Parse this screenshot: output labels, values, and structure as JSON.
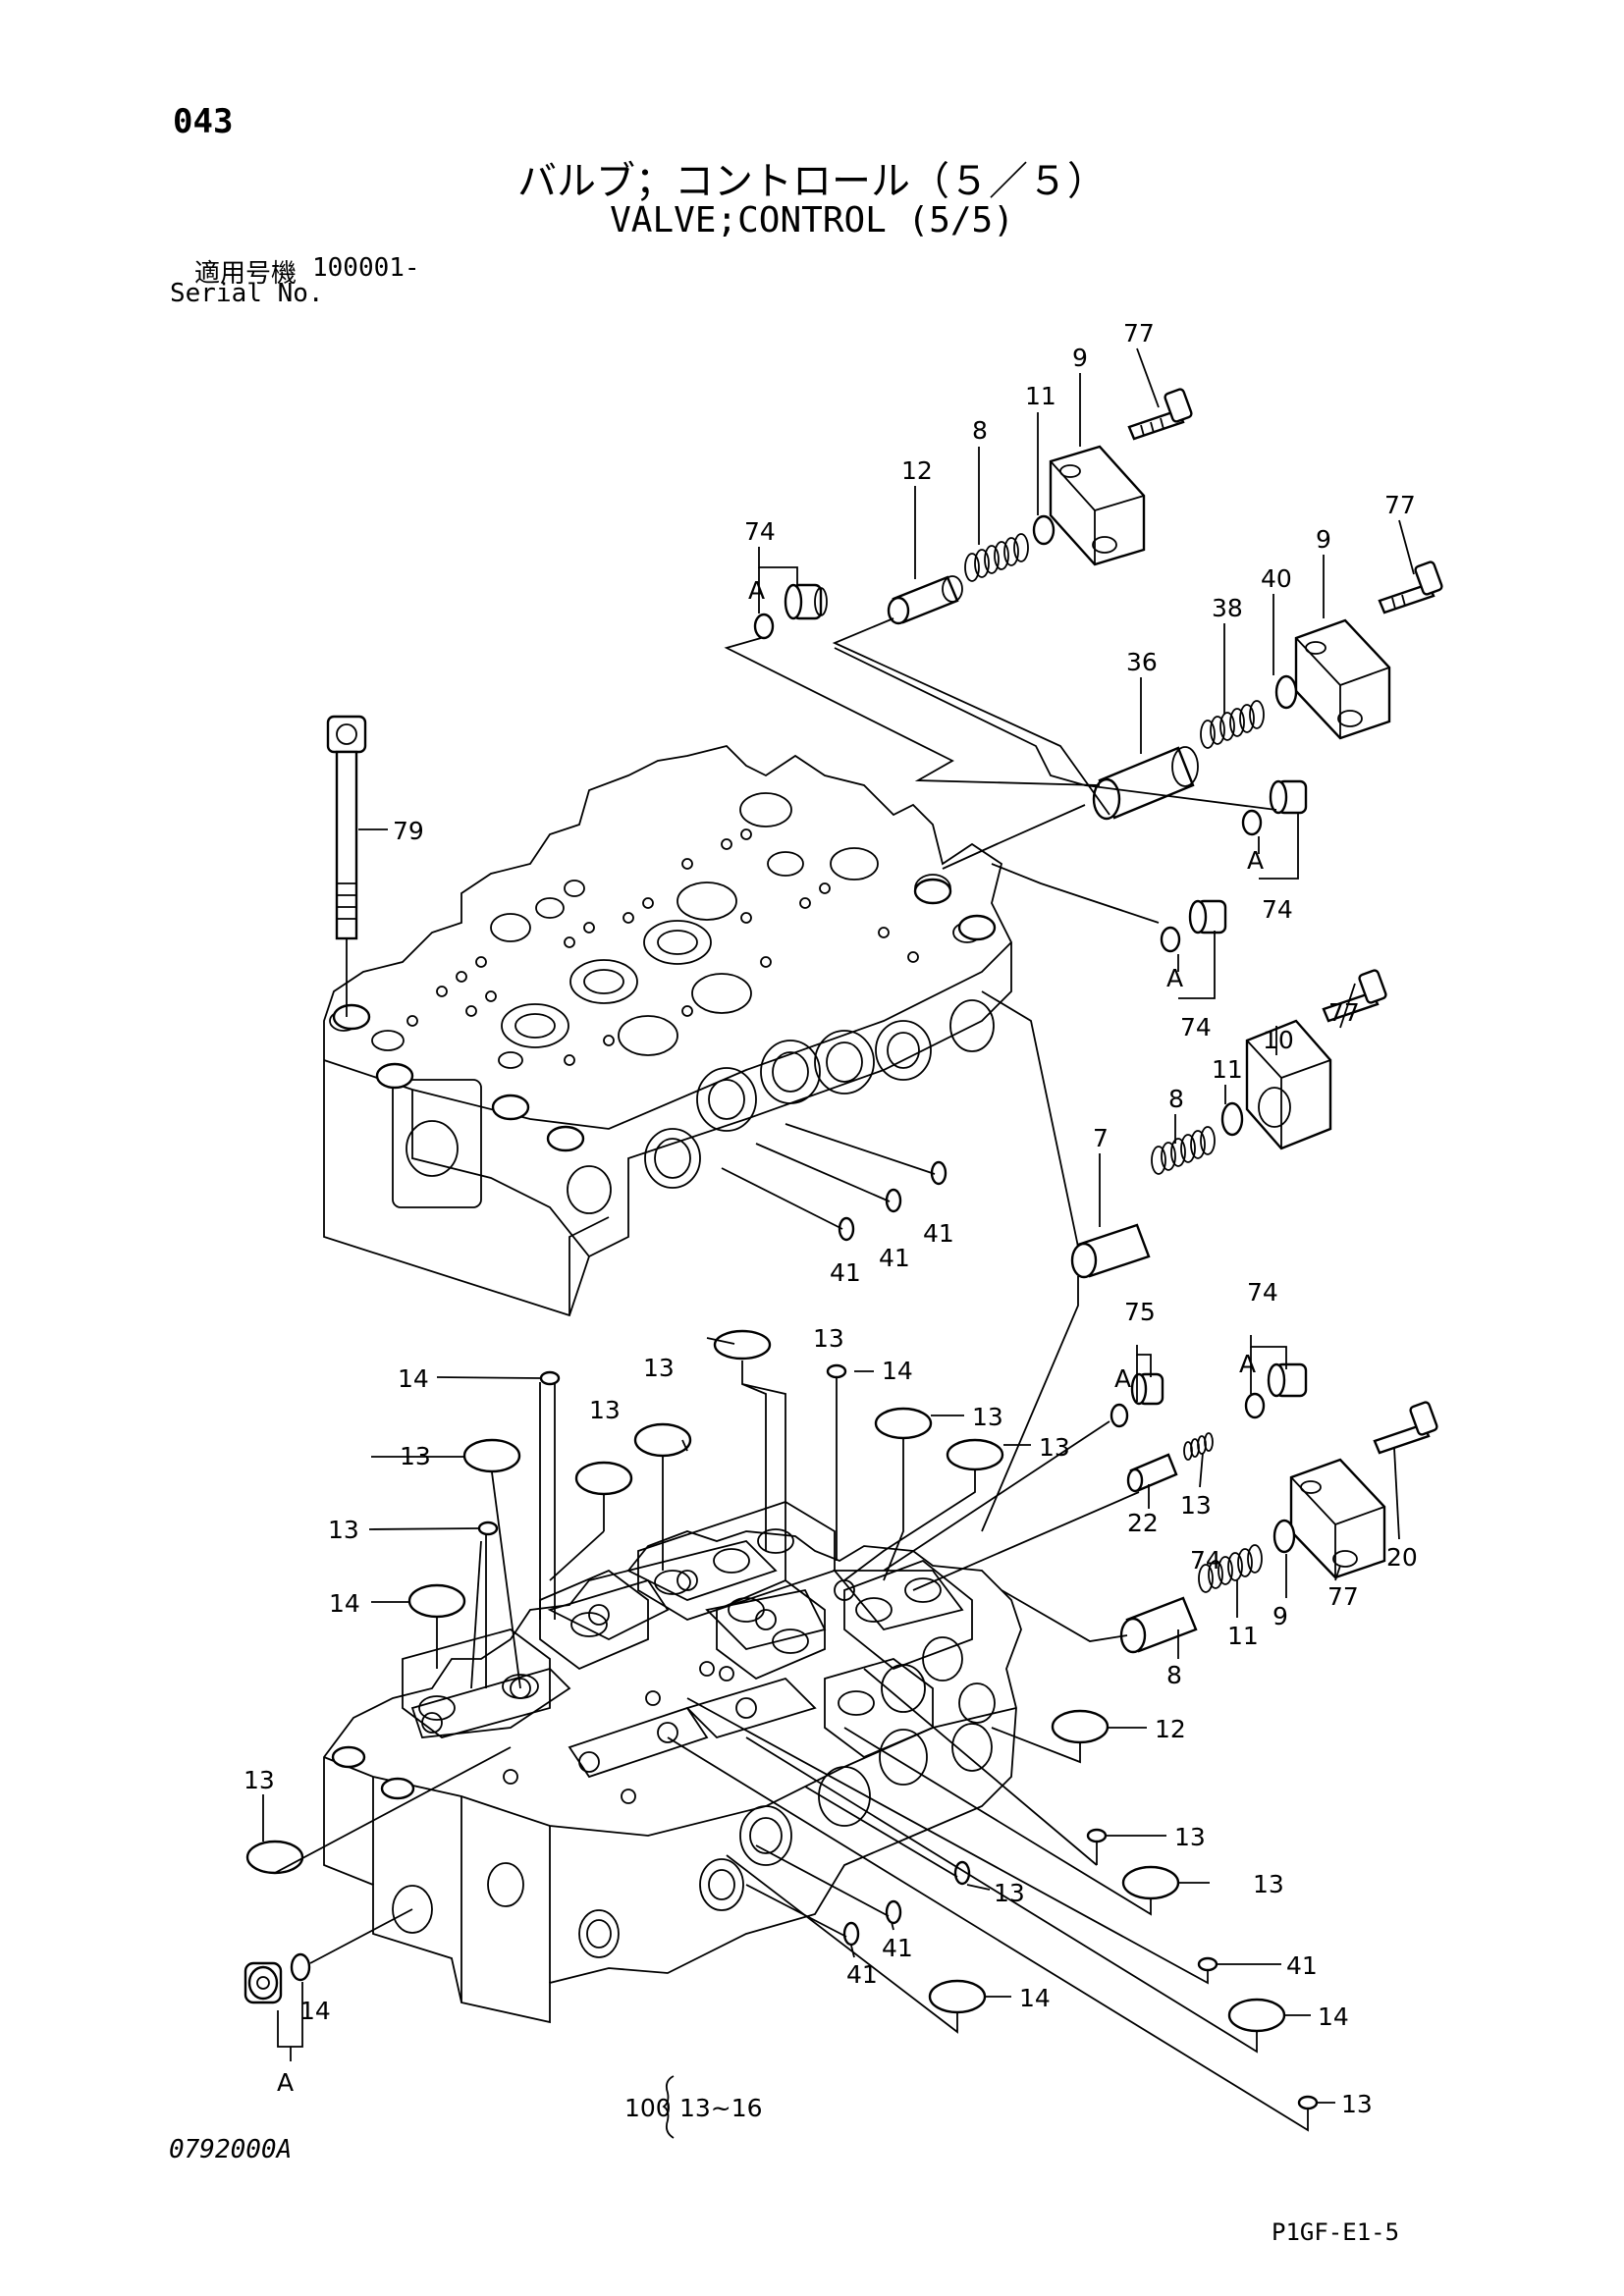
{
  "header": {
    "page_no": "043",
    "title_jp": "バルブ；コントロール（５／５）",
    "title_en": "VALVE;CONTROL (5/5)",
    "serial_label_jp": "適用号機",
    "serial_value": "100001-",
    "serial_label_en": "Serial No."
  },
  "footer": {
    "drawing_no": "0792000A",
    "page_code": "P1GF-E1-5"
  },
  "assembly_note": {
    "ref": "100",
    "range": "13~16"
  },
  "callouts": [
    {
      "id": "c77a",
      "label": "77"
    },
    {
      "id": "c9a",
      "label": "9"
    },
    {
      "id": "c11a",
      "label": "11"
    },
    {
      "id": "c8a",
      "label": "8"
    },
    {
      "id": "c12a",
      "label": "12"
    },
    {
      "id": "c74a",
      "label": "74"
    },
    {
      "id": "cAa",
      "label": "A"
    },
    {
      "id": "c77b",
      "label": "77"
    },
    {
      "id": "c9b",
      "label": "9"
    },
    {
      "id": "c40",
      "label": "40"
    },
    {
      "id": "c38",
      "label": "38"
    },
    {
      "id": "c36",
      "label": "36"
    },
    {
      "id": "c79",
      "label": "79"
    },
    {
      "id": "cAb",
      "label": "A"
    },
    {
      "id": "c74b",
      "label": "74"
    },
    {
      "id": "cAc",
      "label": "A"
    },
    {
      "id": "c74c",
      "label": "74"
    },
    {
      "id": "c77c",
      "label": "77"
    },
    {
      "id": "c10",
      "label": "10"
    },
    {
      "id": "c11b",
      "label": "11"
    },
    {
      "id": "c8b",
      "label": "8"
    },
    {
      "id": "c7",
      "label": "7"
    },
    {
      "id": "c41a",
      "label": "41"
    },
    {
      "id": "c41b",
      "label": "41"
    },
    {
      "id": "c41c",
      "label": "41"
    },
    {
      "id": "c74d",
      "label": "74"
    },
    {
      "id": "c75",
      "label": "75"
    },
    {
      "id": "cAd",
      "label": "A"
    },
    {
      "id": "cAe",
      "label": "A"
    },
    {
      "id": "c13a",
      "label": "13"
    },
    {
      "id": "c14a",
      "label": "14"
    },
    {
      "id": "c13b",
      "label": "13"
    },
    {
      "id": "c13c",
      "label": "13"
    },
    {
      "id": "c14b",
      "label": "14"
    },
    {
      "id": "c13d",
      "label": "13"
    },
    {
      "id": "c13e",
      "label": "13"
    },
    {
      "id": "c13f",
      "label": "13"
    },
    {
      "id": "c13g",
      "label": "13"
    },
    {
      "id": "c14c",
      "label": "14"
    },
    {
      "id": "c13h",
      "label": "13"
    },
    {
      "id": "c22",
      "label": "22"
    },
    {
      "id": "c20",
      "label": "20"
    },
    {
      "id": "c77d",
      "label": "77"
    },
    {
      "id": "c9c",
      "label": "9"
    },
    {
      "id": "c11c",
      "label": "11"
    },
    {
      "id": "c8c",
      "label": "8"
    },
    {
      "id": "c12b",
      "label": "12"
    },
    {
      "id": "c13i",
      "label": "13"
    },
    {
      "id": "c13j",
      "label": "13"
    },
    {
      "id": "c14d",
      "label": "14"
    },
    {
      "id": "c13k",
      "label": "13"
    },
    {
      "id": "c41d",
      "label": "41"
    },
    {
      "id": "c41e",
      "label": "41"
    },
    {
      "id": "c41f",
      "label": "41"
    },
    {
      "id": "c14e",
      "label": "14"
    },
    {
      "id": "c13l",
      "label": "13"
    },
    {
      "id": "c13m",
      "label": "13"
    },
    {
      "id": "c14f",
      "label": "14"
    },
    {
      "id": "cAf",
      "label": "A"
    },
    {
      "id": "c74e",
      "label": "74"
    }
  ]
}
